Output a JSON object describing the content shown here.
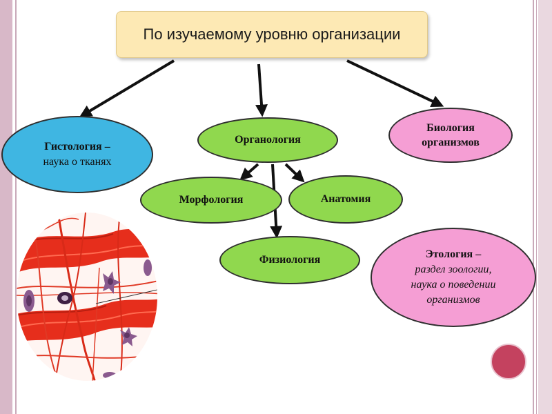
{
  "title": "По изучаемому уровню организации",
  "nodes": {
    "histology": {
      "line1": "Гистология –",
      "line2": "наука о тканях"
    },
    "organology": "Органология",
    "biology": {
      "line1": "Биология",
      "line2": "организмов"
    },
    "morphology": "Морфология",
    "anatomy": "Анатомия",
    "physiology": "Физиология",
    "ethology": {
      "line1": "Этология –",
      "line2": "раздел зоологии,",
      "line3": "наука о поведении",
      "line4": "организмов"
    }
  },
  "colors": {
    "title_fill": "#fde9b4",
    "histology_fill": "#3fb6e2",
    "green_fill": "#90d84e",
    "pink_fill": "#f59ed4",
    "accent_circle": "#c4425f",
    "tissue_red": "#e8301f",
    "tissue_purple": "#8a5a8e"
  },
  "image": {
    "subject": "muscle-and-connective-tissue-micrograph"
  }
}
